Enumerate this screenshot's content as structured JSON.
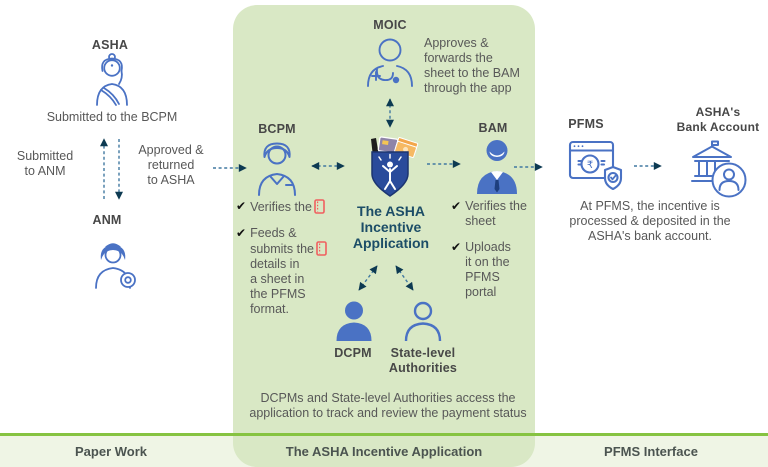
{
  "colors": {
    "panel_green": "#d9e8c5",
    "footer_green": "#eff5e5",
    "line_green": "#86c341",
    "icon_blue": "#4a72c4",
    "shield_navy": "#2a4b9b",
    "title_navy": "#1c4d67",
    "dash_blue": "#4179a1",
    "arrow_navy": "#0d3a52",
    "ticket_red": "#f05f5f",
    "heading_gray": "#474747",
    "body_gray": "#585858",
    "footer_text": "#4b5450"
  },
  "icons": {
    "check": "✔"
  },
  "paper_work": {
    "asha_label": "ASHA",
    "submitted_bcpm": "Submitted to the BCPM",
    "submitted_anm": "Submitted\nto ANM",
    "approved_returned": "Approved &\nreturned\nto ASHA",
    "anm_label": "ANM"
  },
  "app_section": {
    "moic_label": "MOIC",
    "moic_note": "Approves &\nforwards the\nsheet to the BAM\nthrough the app",
    "bcpm_label": "BCPM",
    "bcpm_task1": "Verifies the",
    "bcpm_task2_line1": "Feeds &",
    "bcpm_task2_line2": "submits the",
    "bcpm_task2_rest": "details in\na sheet in\nthe PFMS\nformat.",
    "app_title": "The ASHA\nIncentive\nApplication",
    "bam_label": "BAM",
    "bam_task1": "Verifies the\nsheet",
    "bam_task2": "Uploads\nit on the\nPFMS\nportal",
    "dcpm_label": "DCPM",
    "state_label": "State-level\nAuthorities",
    "footnote": "DCPMs and State-level Authorities access the\napplication to track and review the payment status"
  },
  "pfms_section": {
    "pfms_label": "PFMS",
    "bank_label": "ASHA's\nBank Account",
    "note": "At PFMS, the incentive is\nprocessed & deposited in the\nASHA's bank account."
  },
  "footer": {
    "left": "Paper Work",
    "center": "The ASHA Incentive Application",
    "right": "PFMS Interface"
  }
}
